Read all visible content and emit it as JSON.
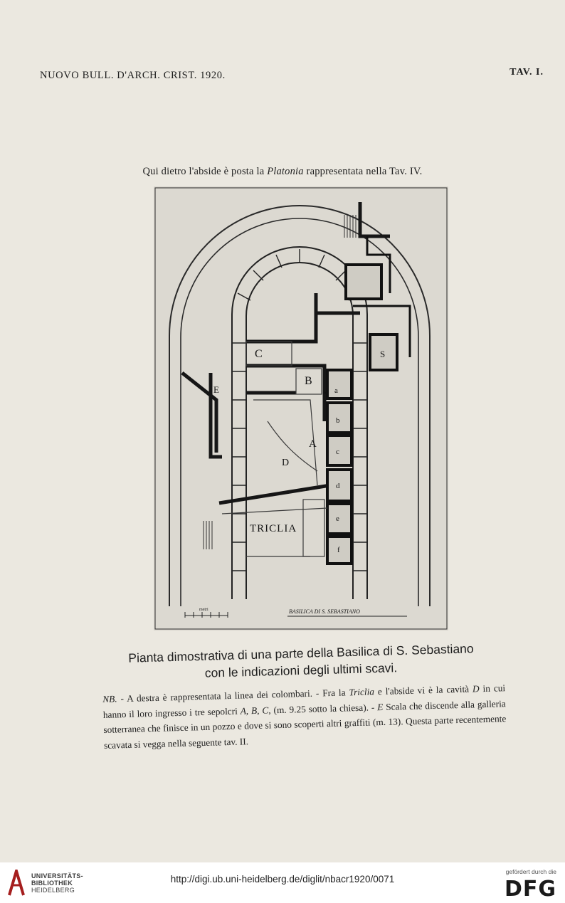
{
  "header": {
    "journal": "NUOVO BULL. D'ARCH. CRIST. 1920.",
    "plate": "TAV. I."
  },
  "caption_top": {
    "before": "Qui dietro l'abside è posta la ",
    "italic": "Platonia",
    "after": " rappresentata nella Tav. IV."
  },
  "plan": {
    "labels": {
      "C": "C",
      "B": "B",
      "A": "A",
      "D": "D",
      "E": "E",
      "S": "S",
      "tricla": "TRICLIA",
      "a": "a",
      "b": "b",
      "c": "c",
      "d": "d",
      "e": "e",
      "f": "f",
      "basilica": "BASILICA DI S. SEBASTIANO",
      "scale": "metri"
    }
  },
  "title": {
    "line1": "Pianta dimostrativa di una parte della Basilica di S. Sebastiano",
    "line2": "con le indicazioni degli ultimi scavi."
  },
  "note": {
    "nb": "NB.",
    "p1": " - A destra è rappresentata la linea dei colombari. - Fra la ",
    "triclia": "Triclia",
    "p2": " e l'abside vi è la cavità ",
    "d": "D",
    "p3": " in cui hanno il loro ingresso i tre sepolcri ",
    "abc": "A, B, C,",
    "p4": " (m. 9.25 sotto la chiesa). - ",
    "e": "E",
    "p5": " Scala che discende alla galleria sotterranea che finisce in un pozzo e dove si sono scoperti altri graffiti (m. 13). Questa parte recentemente scavata si vegga nella seguente tav. II."
  },
  "footer": {
    "library": [
      "UNIVERSITÄTS-",
      "BIBLIOTHEK",
      "HEIDELBERG"
    ],
    "url": "http://digi.ub.uni-heidelberg.de/diglit/nbacr1920/0071",
    "funded_by": "gefördert durch die",
    "dfg": "DFG"
  },
  "colors": {
    "ink": "#1e1e1e",
    "paper": "#ebe8e0",
    "brand_red": "#a51e1e"
  }
}
